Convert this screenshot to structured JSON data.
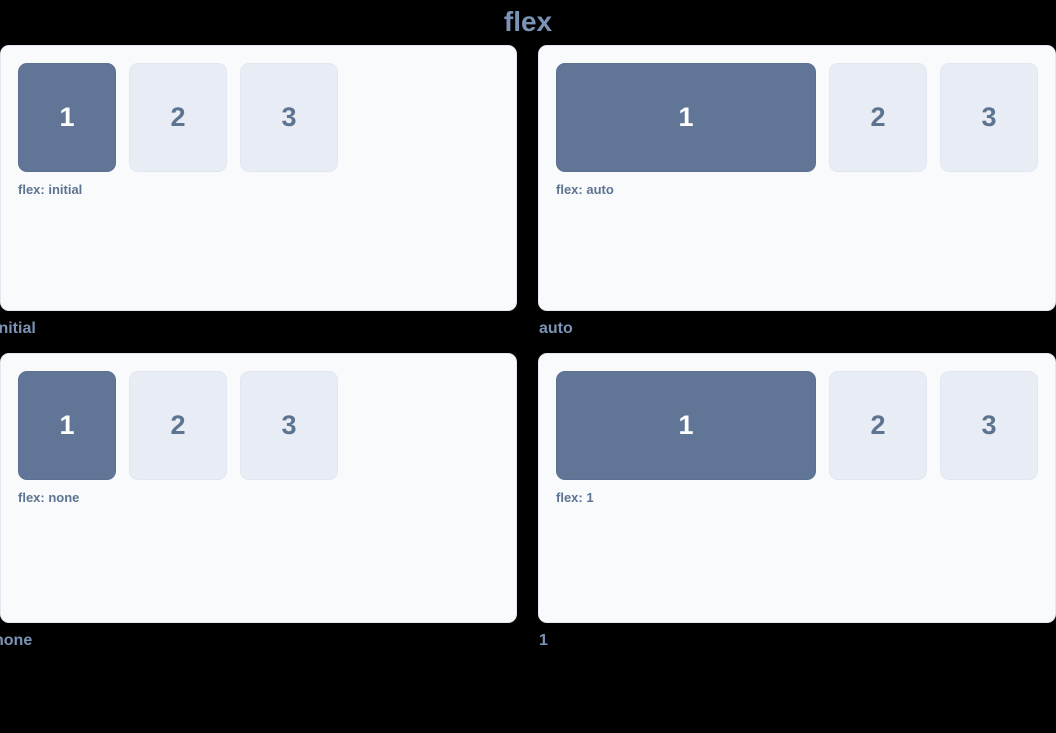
{
  "header": {
    "title": "flex"
  },
  "colors": {
    "background": "#000000",
    "panel_bg": "#f9fafc",
    "panel_border": "#e3e8f0",
    "primary_box_bg": "#617697",
    "primary_box_text": "#ffffff",
    "secondary_box_bg": "#e8ecf4",
    "secondary_box_text": "#5d7491",
    "title_text": "#7b93b5",
    "note_text": "#5d7491",
    "caption_text": "#7b93b5"
  },
  "demos": [
    {
      "caption": "initial",
      "note": "flex: initial",
      "boxes": [
        {
          "label": "1",
          "variant": "primary"
        },
        {
          "label": "2",
          "variant": "secondary"
        },
        {
          "label": "3",
          "variant": "secondary"
        }
      ]
    },
    {
      "caption": "auto",
      "note": "flex: auto",
      "boxes": [
        {
          "label": "1",
          "variant": "primary"
        },
        {
          "label": "2",
          "variant": "secondary"
        },
        {
          "label": "3",
          "variant": "secondary"
        }
      ]
    },
    {
      "caption": "none",
      "note": "flex: none",
      "boxes": [
        {
          "label": "1",
          "variant": "primary"
        },
        {
          "label": "2",
          "variant": "secondary"
        },
        {
          "label": "3",
          "variant": "secondary"
        }
      ]
    },
    {
      "caption": "1",
      "note": "flex: 1",
      "boxes": [
        {
          "label": "1",
          "variant": "primary"
        },
        {
          "label": "2",
          "variant": "secondary"
        },
        {
          "label": "3",
          "variant": "secondary"
        }
      ]
    }
  ]
}
